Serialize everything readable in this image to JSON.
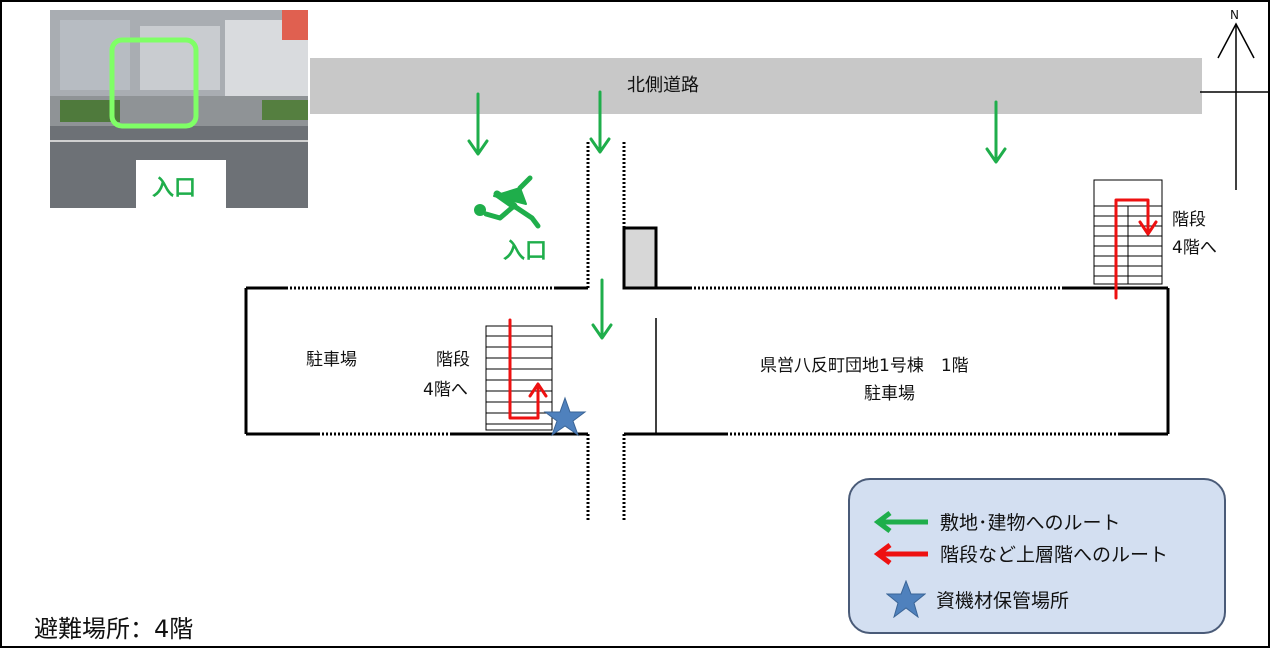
{
  "photo": {
    "entrance_label": "入口"
  },
  "road": {
    "label": "北側道路"
  },
  "compass": {
    "north_label": "N"
  },
  "entrance": {
    "label": "入口"
  },
  "left_area": {
    "parking_label": "駐車場",
    "stairs_label_line1": "階段",
    "stairs_label_line2": "4階へ"
  },
  "right_area": {
    "building_label": "県営八反町団地1号棟　1階",
    "parking_label": "駐車場"
  },
  "right_stairs": {
    "label_line1": "階段",
    "label_line2": "4階へ"
  },
  "legend": {
    "items": [
      {
        "icon": "green-arrow-icon",
        "label": "敷地･建物へのルート",
        "color": "#1fae4b"
      },
      {
        "icon": "red-arrow-icon",
        "label": "階段など上層階へのルート",
        "color": "#ee1111"
      },
      {
        "icon": "blue-star-icon",
        "label": "資機材保管場所",
        "color": "#4f81bd"
      }
    ]
  },
  "footer": {
    "evacuation_label": "避難場所：4階"
  },
  "colors": {
    "route_green": "#1fae4b",
    "route_red": "#ee1111",
    "star_blue": "#4f81bd",
    "road_gray": "#c8c8c8"
  }
}
